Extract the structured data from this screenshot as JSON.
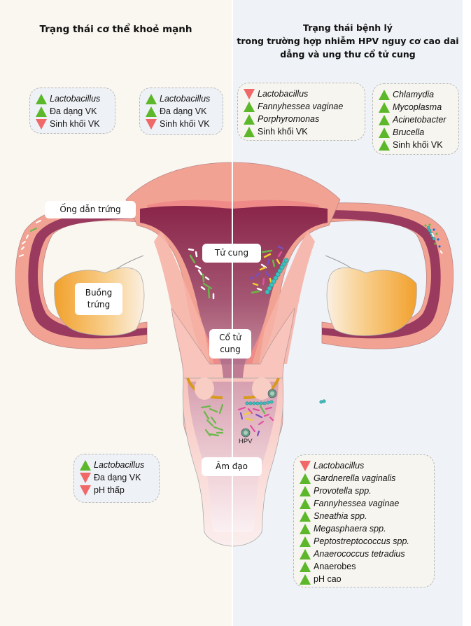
{
  "titles": {
    "left": "Trạng thái cơ thể khoẻ mạnh",
    "right_line1": "Trạng thái bệnh lý",
    "right_line2": "trong trường hợp nhiễm HPV nguy cơ cao dai",
    "right_line3": "dẳng và ung thư cổ tử cung"
  },
  "labels": {
    "fallopian_tube": "Ống dẫn trứng",
    "ovary_line1": "Buồng",
    "ovary_line2": "trứng",
    "uterus": "Tử cung",
    "cervix_line1": "Cổ tử",
    "cervix_line2": "cung",
    "vagina": "Âm đạo",
    "hpv": "HPV"
  },
  "colors": {
    "increase": "#5cb82a",
    "decrease": "#f06868",
    "healthy_bg": "#faf7f0",
    "disease_bg": "#eff3f7",
    "uterus_wall": "#f2a293",
    "uterus_lumen": "#8b2a4c",
    "ovary": "#f2a63a"
  },
  "boxes": {
    "healthy_fallopian_left": [
      {
        "dir": "up",
        "text": "Lactobacillus",
        "italic": true
      },
      {
        "dir": "up",
        "text": "Đa dạng VK",
        "italic": false
      },
      {
        "dir": "down",
        "text": "Sinh khối VK",
        "italic": false
      }
    ],
    "healthy_uterus": [
      {
        "dir": "up",
        "text": "Lactobacillus",
        "italic": true
      },
      {
        "dir": "up",
        "text": "Đa dạng VK",
        "italic": false
      },
      {
        "dir": "down",
        "text": "Sinh khối VK",
        "italic": false
      }
    ],
    "disease_uterus": [
      {
        "dir": "down",
        "text": "Lactobacillus",
        "italic": true
      },
      {
        "dir": "up",
        "text": "Fannyhessea vaginae",
        "italic": true
      },
      {
        "dir": "up",
        "text": "Porphyromonas",
        "italic": true
      },
      {
        "dir": "up",
        "text": "Sinh khối VK",
        "italic": false
      }
    ],
    "disease_fallopian": [
      {
        "dir": "up",
        "text": "Chlamydia",
        "italic": true
      },
      {
        "dir": "up",
        "text": "Mycoplasma",
        "italic": true
      },
      {
        "dir": "up",
        "text": "Acinetobacter",
        "italic": true
      },
      {
        "dir": "up",
        "text": "Brucella",
        "italic": true
      },
      {
        "dir": "up",
        "text": "Sinh khối VK",
        "italic": false
      }
    ],
    "healthy_vagina": [
      {
        "dir": "up",
        "text": "Lactobacillus",
        "italic": true
      },
      {
        "dir": "down",
        "text": "Đa dạng VK",
        "italic": false
      },
      {
        "dir": "down",
        "text": "pH thấp",
        "italic": false
      }
    ],
    "disease_vagina": [
      {
        "dir": "down",
        "text": "Lactobacillus",
        "italic": true
      },
      {
        "dir": "up",
        "text": "Gardnerella vaginalis",
        "italic": true
      },
      {
        "dir": "up",
        "text": "Provotella spp.",
        "italic": true
      },
      {
        "dir": "up",
        "text": "Fannyhessea vaginae",
        "italic": true
      },
      {
        "dir": "up",
        "text": "Sneathia spp.",
        "italic": true
      },
      {
        "dir": "up",
        "text": "Megasphaera spp.",
        "italic": true
      },
      {
        "dir": "up",
        "text": "Peptostreptococcus spp.",
        "italic": true
      },
      {
        "dir": "up",
        "text": "Anaerococcus tetradius",
        "italic": true
      },
      {
        "dir": "up",
        "text": "Anaerobes",
        "italic": false
      },
      {
        "dir": "up",
        "text": "pH cao",
        "italic": false
      }
    ]
  }
}
